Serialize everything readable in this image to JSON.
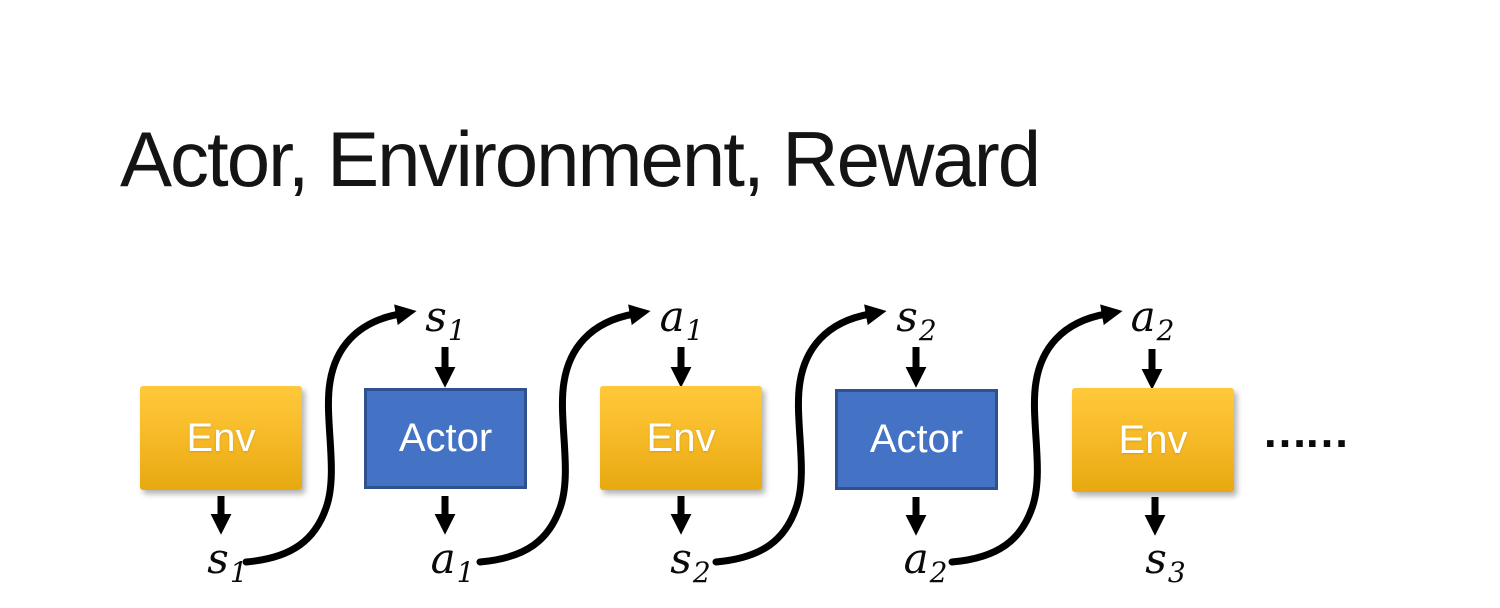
{
  "slide": {
    "title": "Actor, Environment, Reward"
  },
  "colors": {
    "background": "#ffffff",
    "title_text": "#141414",
    "env_gradient_top": "#FFC93B",
    "env_gradient_bottom": "#E7A90F",
    "actor_fill": "#4472C4",
    "actor_border": "#2F528F",
    "arrow": "#000000",
    "box_text": "#ffffff"
  },
  "diagram": {
    "boxes": [
      {
        "type": "env",
        "label": "Env"
      },
      {
        "type": "actor",
        "label": "Actor"
      },
      {
        "type": "env",
        "label": "Env"
      },
      {
        "type": "actor",
        "label": "Actor"
      },
      {
        "type": "env",
        "label": "Env"
      }
    ],
    "top_labels": [
      {
        "base": "s",
        "sub": "1"
      },
      {
        "base": "a",
        "sub": "1"
      },
      {
        "base": "s",
        "sub": "2"
      },
      {
        "base": "a",
        "sub": "2"
      }
    ],
    "bottom_labels": [
      {
        "base": "s",
        "sub": "1"
      },
      {
        "base": "a",
        "sub": "1"
      },
      {
        "base": "s",
        "sub": "2"
      },
      {
        "base": "a",
        "sub": "2"
      },
      {
        "base": "s",
        "sub": "3"
      }
    ],
    "ellipsis": "……"
  }
}
